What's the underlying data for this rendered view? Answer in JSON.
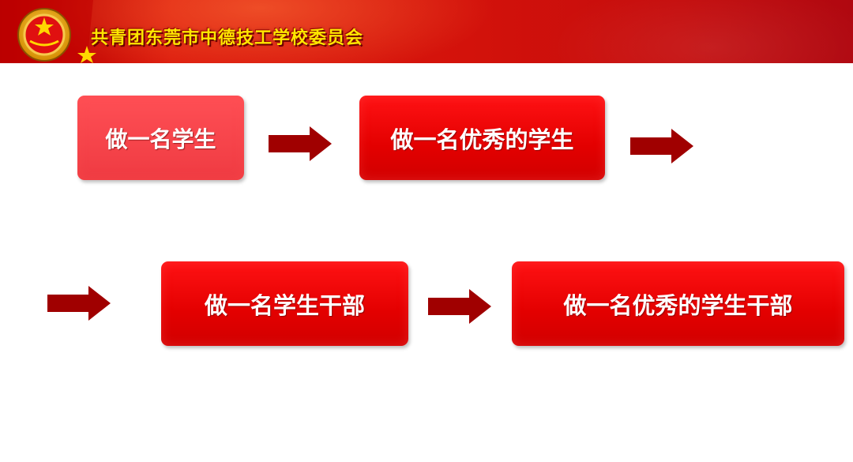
{
  "header": {
    "title": "共青团东莞市中德技工学校委员会",
    "emblem_icon": "communist-youth-league-emblem-icon",
    "colors": {
      "banner": "#d3120b",
      "title": "#ffe600"
    }
  },
  "steps": [
    {
      "label": "做一名学生"
    },
    {
      "label": "做一名优秀的学生"
    },
    {
      "label": "做一名学生干部"
    },
    {
      "label": "做一名优秀的学生干部"
    }
  ],
  "arrow_icon": "right-arrow-icon",
  "colors": {
    "step_light": "#ef3b42",
    "step_dark": "#e30000",
    "arrow": "#a00000"
  }
}
